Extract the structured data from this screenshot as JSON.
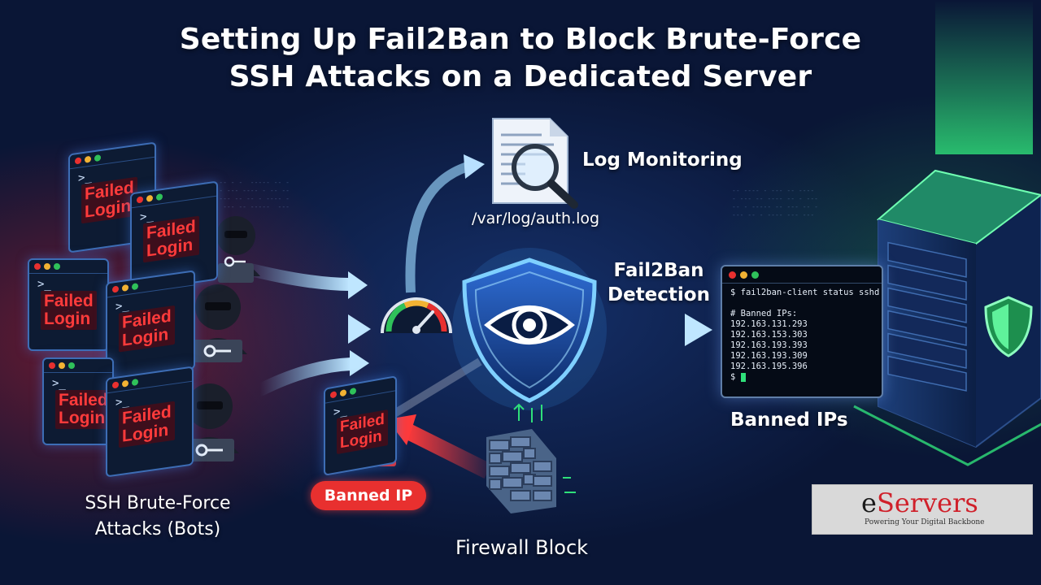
{
  "title": {
    "line1": "Setting Up Fail2Ban to Block Brute-Force",
    "line2": "SSH Attacks on a Dedicated Server"
  },
  "attackers": {
    "label_line1": "SSH Brute-Force",
    "label_line2": "Attacks (Bots)",
    "terminal_prompt": ">_",
    "terminal_message": "Failed\nLogin",
    "terminal_count": 6,
    "hacker_icon": "hooded-hacker-icon",
    "key_icon": "key-icon"
  },
  "log_monitoring": {
    "label": "Log Monitoring",
    "path": "/var/log/auth.log",
    "icon": "document-magnifier-icon"
  },
  "detection": {
    "label_line1": "Fail2Ban",
    "label_line2": "Detection",
    "icon": "shield-eye-icon",
    "gauge_icon": "speed-gauge-icon"
  },
  "banned_ips": {
    "label": "Banned IPs",
    "command": "$ fail2ban-client status sshd",
    "header": "# Banned IPs:",
    "ips": [
      "192.163.131.293",
      "192.163.153.303",
      "192.163.193.393",
      "192.163.193.309",
      "192.163.195.396"
    ],
    "prompt": "$"
  },
  "banned_ip_badge": {
    "label": "Banned IP",
    "terminal_message": "Failed\nLogin",
    "lock_icon": "padlock-icon"
  },
  "firewall": {
    "label": "Firewall Block",
    "icon": "brick-wall-icon"
  },
  "server": {
    "icon": "server-tower-icon",
    "shield_icon": "green-shield-icon"
  },
  "logo": {
    "name_first": "e",
    "name_rest": "Servers",
    "tagline": "Powering Your Digital Backbone"
  },
  "colors": {
    "background": "#0a1636",
    "attack_red": "#e8302f",
    "flow_blue": "#8fd3ff",
    "secure_green": "#2fe07a"
  }
}
